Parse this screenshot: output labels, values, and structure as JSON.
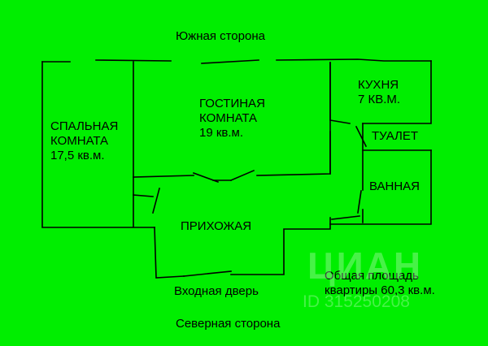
{
  "plan": {
    "orientation_top": "Южная сторона",
    "orientation_bottom": "Северная сторона",
    "rooms": {
      "bedroom": {
        "name_line1": "СПАЛЬНАЯ",
        "name_line2": "КОМНАТА",
        "area": "17,5 кв.м."
      },
      "living": {
        "name_line1": "ГОСТИНАЯ",
        "name_line2": "КОМНАТА",
        "area": "19 кв.м."
      },
      "kitchen": {
        "name": "КУХНЯ",
        "area": "7 КВ.М."
      },
      "toilet": {
        "name": "ТУАЛЕТ"
      },
      "bathroom": {
        "name": "ВАННАЯ"
      },
      "hallway": {
        "name": "ПРИХОЖАЯ"
      }
    },
    "entrance_label": "Входная дверь",
    "total_area_line1": "Общая площадь",
    "total_area_line2": "квартиры 60,3 кв.м."
  },
  "watermark": {
    "brand": "ЦИАН",
    "id_text": "ID 315250208"
  },
  "colors": {
    "background": "#00ee00",
    "walls": "#000000"
  }
}
